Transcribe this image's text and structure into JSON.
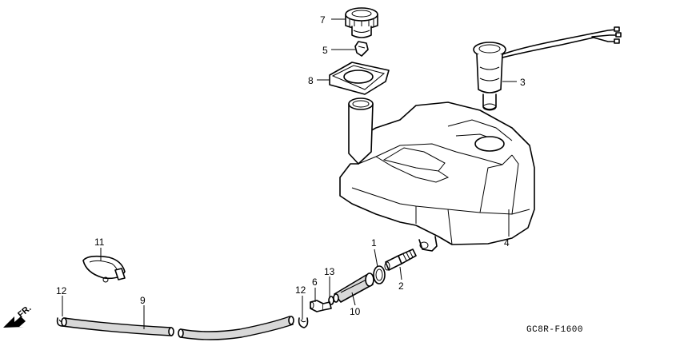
{
  "diagram": {
    "code": "GC8R-F1600",
    "direction_label": "FR.",
    "callouts": [
      {
        "id": "c1",
        "number": "1"
      },
      {
        "id": "c2",
        "number": "2"
      },
      {
        "id": "c3",
        "number": "3"
      },
      {
        "id": "c4",
        "number": "4"
      },
      {
        "id": "c5",
        "number": "5"
      },
      {
        "id": "c6",
        "number": "6"
      },
      {
        "id": "c7",
        "number": "7"
      },
      {
        "id": "c8",
        "number": "8"
      },
      {
        "id": "c9",
        "number": "9"
      },
      {
        "id": "c10",
        "number": "10"
      },
      {
        "id": "c11",
        "number": "11"
      },
      {
        "id": "c12a",
        "number": "12"
      },
      {
        "id": "c12b",
        "number": "12"
      },
      {
        "id": "c13",
        "number": "13"
      }
    ]
  }
}
